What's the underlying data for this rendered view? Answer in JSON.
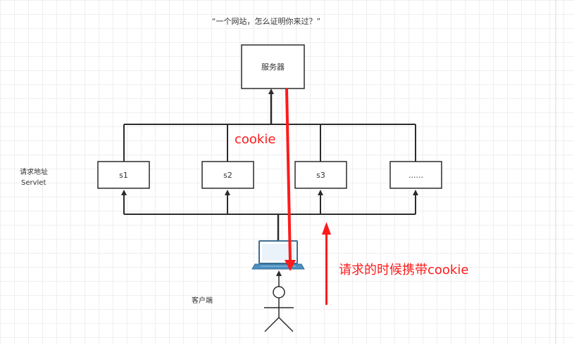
{
  "diagram": {
    "title": "“一个网站，怎么证明你来过？”",
    "server_label": "服务器",
    "servlets": [
      "s1",
      "s2",
      "s3",
      "......"
    ],
    "side_label_line1": "请求地址",
    "side_label_line2": "Servlet",
    "client_label": "客户端",
    "cookie_label": "cookie",
    "request_label": "请求的时候携带cookie"
  },
  "colors": {
    "line": "#2b2b2b",
    "accent": "#ff1a1a",
    "laptop": "#4a90c2"
  }
}
